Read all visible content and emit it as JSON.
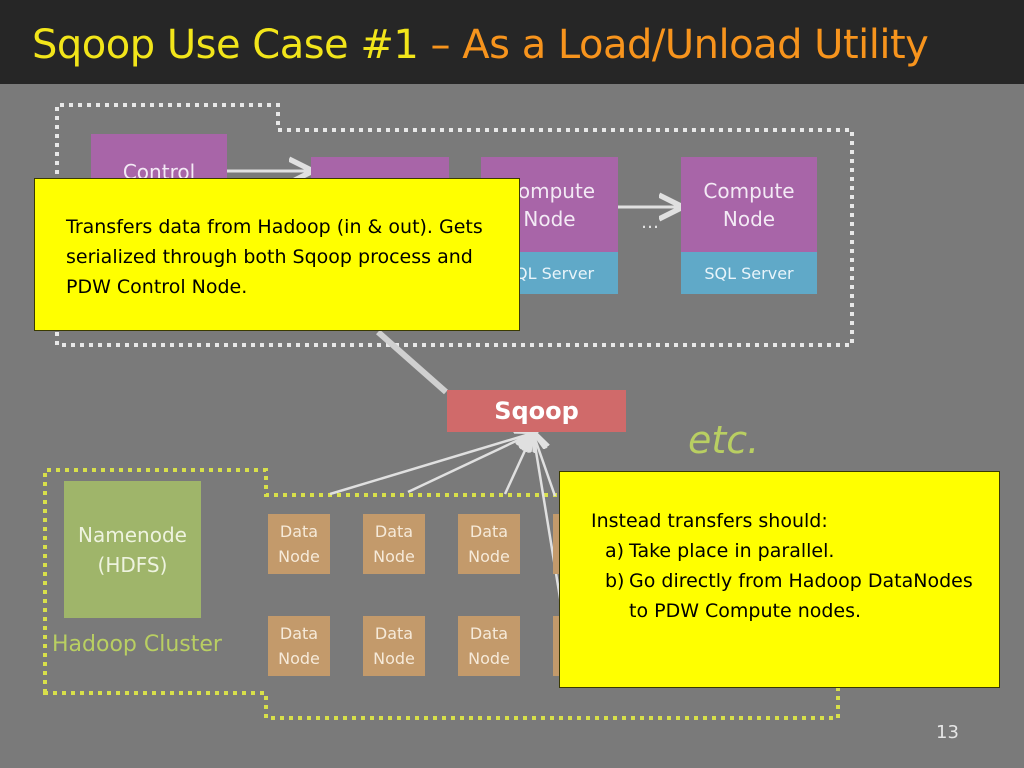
{
  "title": {
    "part1": "Sqoop Use Case #1",
    "part2": " – As a Load/Unload Utility"
  },
  "pdw": {
    "control_node_label": "Control",
    "compute_node_label": "Compute\nNode",
    "sql_server_label": "SQL Server",
    "ellipsis": "…"
  },
  "sqoop_label": "Sqoop",
  "etc_label": "etc.",
  "hadoop": {
    "namenode_label": "Namenode\n(HDFS)",
    "cluster_label": "Hadoop Cluster",
    "datanode_label": "Data\nNode"
  },
  "callout_top": {
    "text": "Transfers data from Hadoop (in & out). Gets serialized through both Sqoop process and PDW Control Node."
  },
  "callout_bottom": {
    "intro": "Instead transfers should:",
    "items": [
      {
        "marker": "a)",
        "text": "Take place in parallel."
      },
      {
        "marker": "b)",
        "text": "Go directly from Hadoop DataNodes to PDW Compute nodes."
      }
    ]
  },
  "page_number": "13",
  "colors": {
    "background": "#7a7a7a",
    "title_yellow": "#f2e51a",
    "title_orange": "#f7941d",
    "callout": "#ffff00",
    "compute_node": "#a865a8",
    "sql_server": "#60a9c8",
    "namenode": "#9fb56a",
    "datanode": "#c39a6b",
    "sqoop": "#d06a6a",
    "hadoop_border": "#d8e04a"
  }
}
